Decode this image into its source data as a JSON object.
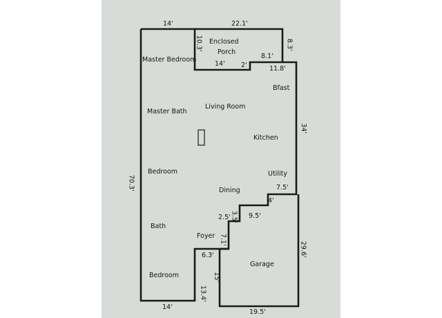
{
  "rooms": {
    "enclosed": "Enclosed",
    "porch": "Porch",
    "master_bedroom": "Master Bedroom",
    "bfast": "Bfast",
    "master_bath": "Master Bath",
    "living_room": "Living Room",
    "kitchen": "Kitchen",
    "bedroom_1": "Bedroom",
    "utility": "Utility",
    "dining": "Dining",
    "bath": "Bath",
    "foyer": "Foyer",
    "garage": "Garage",
    "bedroom_2": "Bedroom"
  },
  "dimensions": {
    "top_left": "14'",
    "top_porch": "22.1'",
    "porch_left": "10.3'",
    "porch_right": "8.3'",
    "porch_inner_a": "14'",
    "porch_inner_b": "2'",
    "porch_step": "8.1'",
    "right_top": "11.8'",
    "right_side": "34'",
    "left_side": "70.3'",
    "utility_step": "7.5'",
    "step_4": "4'",
    "step_95": "9.5'",
    "step_25": "2.5'",
    "step_35": "3.5'",
    "garage_left_a": "7.1'",
    "foyer_step": "6.3'",
    "garage_right": "29.6'",
    "garage_left_b": "15'",
    "bottom_left_side": "13.4'",
    "bottom_left": "14'",
    "bottom_garage": "19.5'"
  }
}
